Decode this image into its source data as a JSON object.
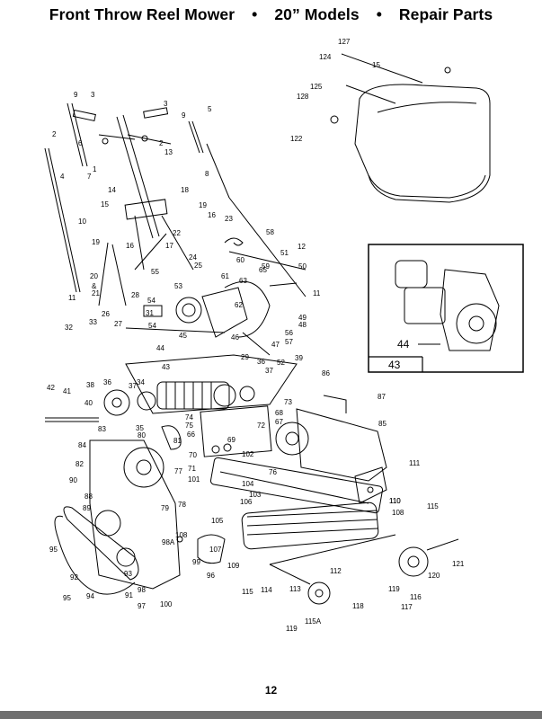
{
  "header": {
    "title_left": "Front Throw Reel Mower",
    "separator": "•",
    "title_middle": "20” Models",
    "title_right": "Repair Parts"
  },
  "inset": {
    "label_44": "44",
    "label_43": "43"
  },
  "page_number": "12",
  "part_labels": [
    "9",
    "3",
    "3",
    "9",
    "5",
    "2",
    "2",
    "6",
    "4",
    "7",
    "1",
    "13",
    "8",
    "127",
    "124",
    "15",
    "125",
    "128",
    "122",
    "14",
    "15",
    "18",
    "19",
    "16",
    "23",
    "22",
    "17",
    "10",
    "19",
    "16",
    "24",
    "25",
    "63",
    "58",
    "12",
    "60",
    "51",
    "50",
    "59",
    "61",
    "65",
    "62",
    "55",
    "53",
    "20",
    "&",
    "21",
    "28",
    "11",
    "54",
    "31",
    "54",
    "45",
    "46",
    "26",
    "27",
    "32",
    "33",
    "49",
    "48",
    "56",
    "57",
    "47",
    "11",
    "44",
    "43",
    "29",
    "36",
    "37",
    "52",
    "39",
    "42",
    "41",
    "38",
    "36",
    "37",
    "34",
    "35",
    "40",
    "86",
    "87",
    "73",
    "74",
    "75",
    "72",
    "68",
    "67",
    "85",
    "66",
    "80",
    "81",
    "83",
    "84",
    "70",
    "69",
    "71",
    "102",
    "76",
    "82",
    "90",
    "77",
    "101",
    "78",
    "104",
    "103",
    "106",
    "88",
    "89",
    "79",
    "105",
    "111",
    "110",
    "108",
    "115",
    "121",
    "95",
    "98A",
    "108",
    "107",
    "115",
    "114",
    "113",
    "112",
    "110",
    "109",
    "99",
    "96",
    "93",
    "92",
    "91",
    "98",
    "97",
    "100",
    "119",
    "116",
    "117",
    "120",
    "118",
    "119",
    "115A",
    "95",
    "94"
  ]
}
